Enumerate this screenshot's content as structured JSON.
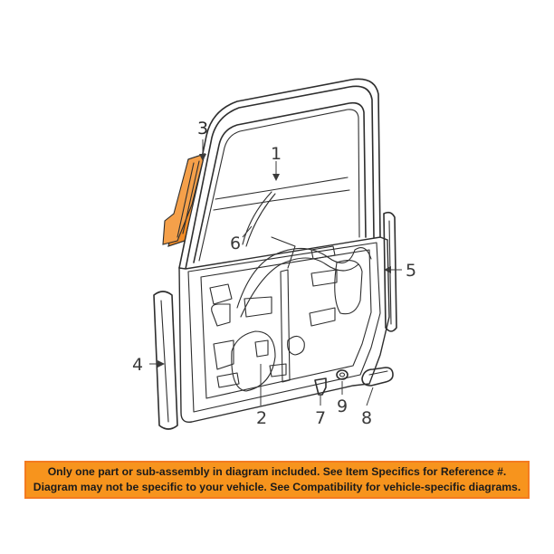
{
  "callouts": {
    "door_shell": "1",
    "window_regulator": "2",
    "glass_run_channel": "3",
    "front_weatherstrip": "4",
    "rear_weatherstrip": "5",
    "door_glass": "6",
    "clip": "7",
    "handle": "8",
    "plug": "9"
  },
  "highlight_color": "#f28c28",
  "disclaimer": {
    "line1": "Only one part or sub-assembly in diagram included. See Item Specifics for Reference #.",
    "line2": "Diagram may not be specific to your vehicle. See Compatibility for vehicle-specific diagrams.",
    "background_color": "#f7941d"
  }
}
